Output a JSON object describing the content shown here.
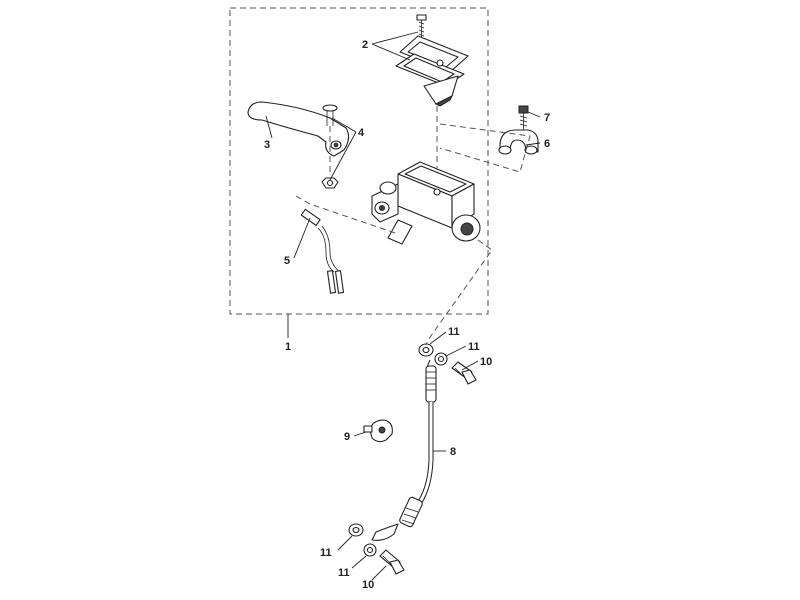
{
  "callouts": {
    "c1": "1",
    "c2": "2",
    "c3": "3",
    "c4": "4",
    "c5": "5",
    "c6": "6",
    "c7": "7",
    "c8": "8",
    "c9": "9",
    "c10a": "10",
    "c10b": "10",
    "c11a": "11",
    "c11b": "11",
    "c11c": "11",
    "c11d": "11"
  },
  "parts": [
    {
      "ref": "1",
      "name": "master-cylinder-assembly"
    },
    {
      "ref": "2",
      "name": "reservoir-cap-and-diaphragm"
    },
    {
      "ref": "3",
      "name": "brake-lever"
    },
    {
      "ref": "4",
      "name": "lever-pivot-bolt-and-nut"
    },
    {
      "ref": "5",
      "name": "brake-light-switch"
    },
    {
      "ref": "6",
      "name": "handlebar-clamp"
    },
    {
      "ref": "7",
      "name": "clamp-bolt"
    },
    {
      "ref": "8",
      "name": "brake-hose"
    },
    {
      "ref": "9",
      "name": "hose-clip"
    },
    {
      "ref": "10",
      "name": "banjo-bolt"
    },
    {
      "ref": "11",
      "name": "sealing-washer"
    }
  ]
}
